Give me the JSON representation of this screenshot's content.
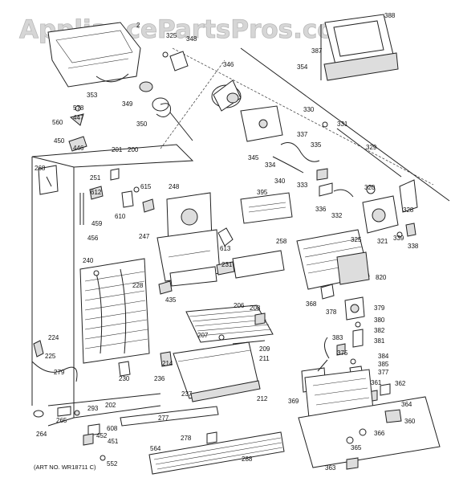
{
  "watermark": "AppliancePartsPros.com",
  "art_number": "(ART NO. WR18711 C)",
  "callouts": [
    "2",
    "325",
    "348",
    "353",
    "349",
    "346",
    "350",
    "578",
    "447",
    "560",
    "450",
    "446",
    "201",
    "200",
    "268",
    "251",
    "612",
    "615",
    "248",
    "610",
    "459",
    "456",
    "247",
    "240",
    "228",
    "224",
    "225",
    "279",
    "230",
    "214",
    "236",
    "237",
    "212",
    "202",
    "265",
    "264",
    "293",
    "608",
    "452",
    "451",
    "564",
    "277",
    "278",
    "288",
    "552",
    "388",
    "387",
    "354",
    "330",
    "331",
    "329",
    "337",
    "335",
    "345",
    "334",
    "340",
    "333",
    "395",
    "336",
    "332",
    "320",
    "328",
    "325b",
    "321",
    "339",
    "338",
    "613",
    "258",
    "231",
    "435",
    "206",
    "208",
    "207",
    "209",
    "211",
    "820",
    "368",
    "378",
    "379",
    "380",
    "382",
    "381",
    "383",
    "375",
    "384",
    "385",
    "377",
    "369",
    "361",
    "362",
    "364",
    "360",
    "366",
    "365",
    "363"
  ]
}
